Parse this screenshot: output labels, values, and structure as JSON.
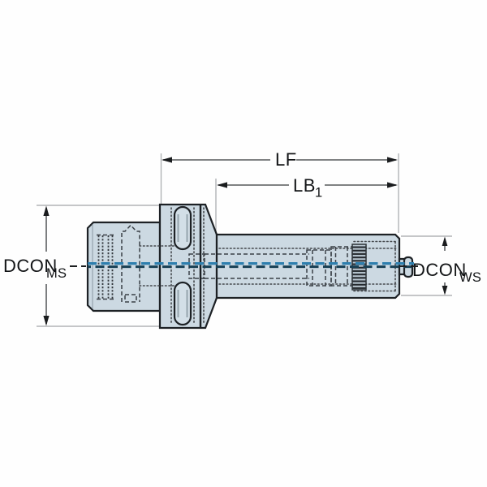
{
  "drawing": {
    "kind": "engineering-dimension-drawing",
    "subject": "modular tool holder extension adapter, side cross-section view",
    "labels": {
      "lf": {
        "text": "LF"
      },
      "lb1": {
        "text": "LB",
        "sub": "1"
      },
      "dcon_ms": {
        "text": "DCON",
        "sub": "MS"
      },
      "dcon_ws": {
        "text": "DCON",
        "sub": "WS"
      }
    },
    "colors": {
      "body_fill": "#ccd9e2",
      "slot_fill": "#d3dfe7",
      "outline": "#1d2125",
      "hidden_line": "#3a4046",
      "extension_line": "#b2b4b6",
      "dimension_line": "#6e7072",
      "centerline_blue": "#2e7fae",
      "centerline_dark": "#173f53",
      "text": "#121416",
      "background": "#fefefe"
    }
  }
}
